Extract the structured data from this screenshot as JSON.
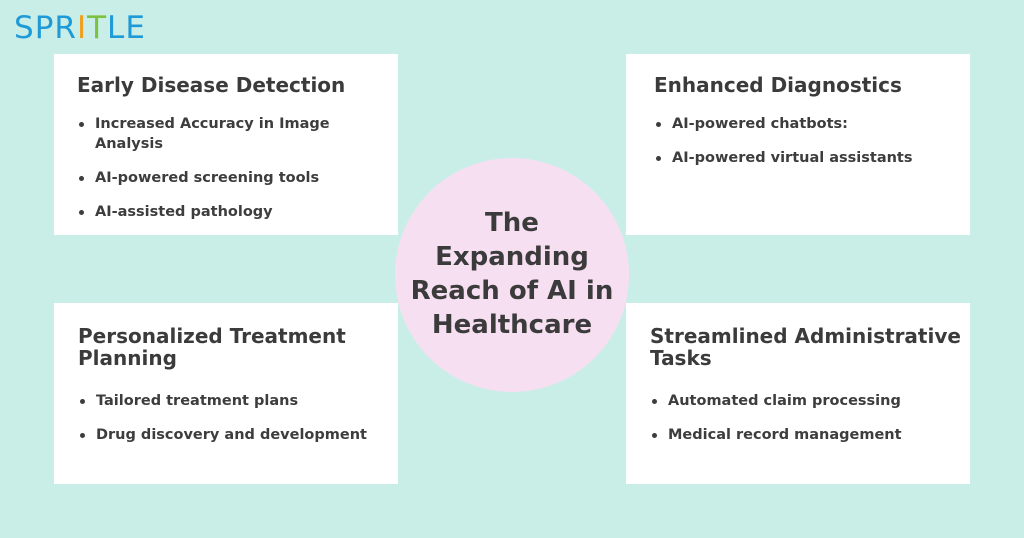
{
  "logo": {
    "letters": [
      "S",
      "P",
      "R",
      "I",
      "T",
      "L",
      "E"
    ],
    "colors": [
      "#1e9bd7",
      "#1e9bd7",
      "#1e9bd7",
      "#f0a020",
      "#7cc242",
      "#1e9bd7",
      "#1e9bd7"
    ]
  },
  "center": {
    "title": "The Expanding Reach of AI in Healthcare",
    "color": "#f7dff2"
  },
  "cards": [
    {
      "title": "Early Disease Detection",
      "items": [
        "Increased Accuracy in Image Analysis",
        "AI-powered screening tools",
        "AI-assisted pathology"
      ]
    },
    {
      "title": "Enhanced Diagnostics",
      "items": [
        "AI-powered chatbots:",
        "AI-powered virtual assistants"
      ]
    },
    {
      "title": "Personalized Treatment Planning",
      "items": [
        "Tailored treatment plans",
        "Drug discovery and development"
      ]
    },
    {
      "title": "Streamlined Administrative Tasks",
      "items": [
        "Automated claim processing",
        "Medical record management"
      ]
    }
  ],
  "colors": {
    "background": "#c9eee8",
    "card": "#ffffff",
    "text": "#3b3b3b"
  }
}
